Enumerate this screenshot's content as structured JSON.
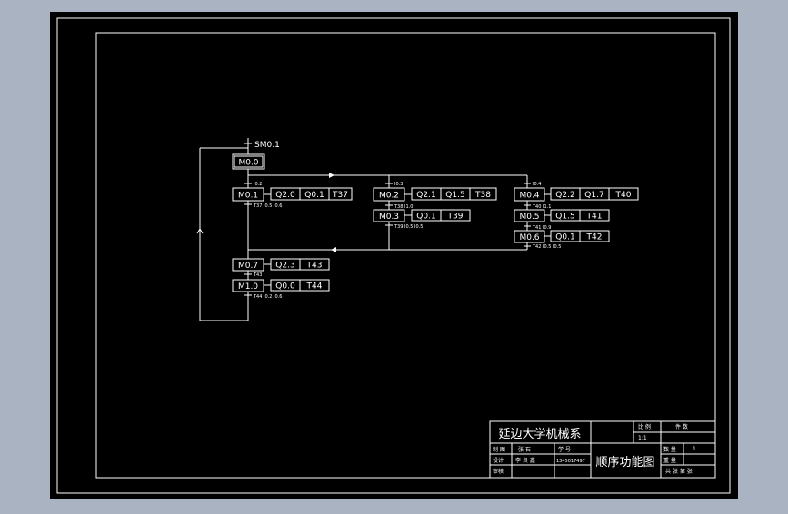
{
  "diagram": {
    "start_signal": "SM0.1",
    "steps": {
      "m00": "M0.0",
      "m01": "M0.1",
      "m02": "M0.2",
      "m03": "M0.3",
      "m04": "M0.4",
      "m05": "M0.5",
      "m06": "M0.6",
      "m07": "M0.7",
      "m10": "M1.0"
    },
    "actions": {
      "m01": [
        "Q2.0",
        "Q0.1",
        "T37"
      ],
      "m02": [
        "Q2.1",
        "Q1.5",
        "T38"
      ],
      "m03": [
        "Q0.1",
        "T39"
      ],
      "m04": [
        "Q2.2",
        "Q1.7",
        "T40"
      ],
      "m05": [
        "Q1.5",
        "T41"
      ],
      "m06": [
        "Q0.1",
        "T42"
      ],
      "m07": [
        "Q2.3",
        "T43"
      ],
      "m10": [
        "Q0.0",
        "T44"
      ]
    },
    "transitions": {
      "t_m00_m01": "I0.2",
      "t_to_m02": "I0.3",
      "t_to_m04": "I0.4",
      "t_m01_out": "T37 I0.5 I0.6",
      "t_m02_m03": "T38 I1.0",
      "t_m03_out": "T39 I0.5 I0.5",
      "t_m04_m05": "T40 I1.1",
      "t_m05_m06": "T41 I0.9",
      "t_m06_out": "T42 I0.5 I0.5",
      "t_m07_m10": "T43",
      "t_m10_out": "T44 I0.2 I0.6"
    }
  },
  "title_block": {
    "school": "延边大学机械系",
    "drawing_title": "顺序功能图",
    "label_scale": "比 例",
    "label_sheet": "件 数",
    "scale_value": "1:1",
    "label_drawn": "制 图",
    "drawn_name": "张 石",
    "label_design": "设计",
    "design_name": "李 良 鑫",
    "label_check": "审核",
    "label_student_no": "学 号",
    "student_no": "1345017497",
    "label_quantity": "数 量",
    "quantity_value": "1",
    "label_weight": "重 量",
    "sheets_info": "共 张 第 张"
  }
}
